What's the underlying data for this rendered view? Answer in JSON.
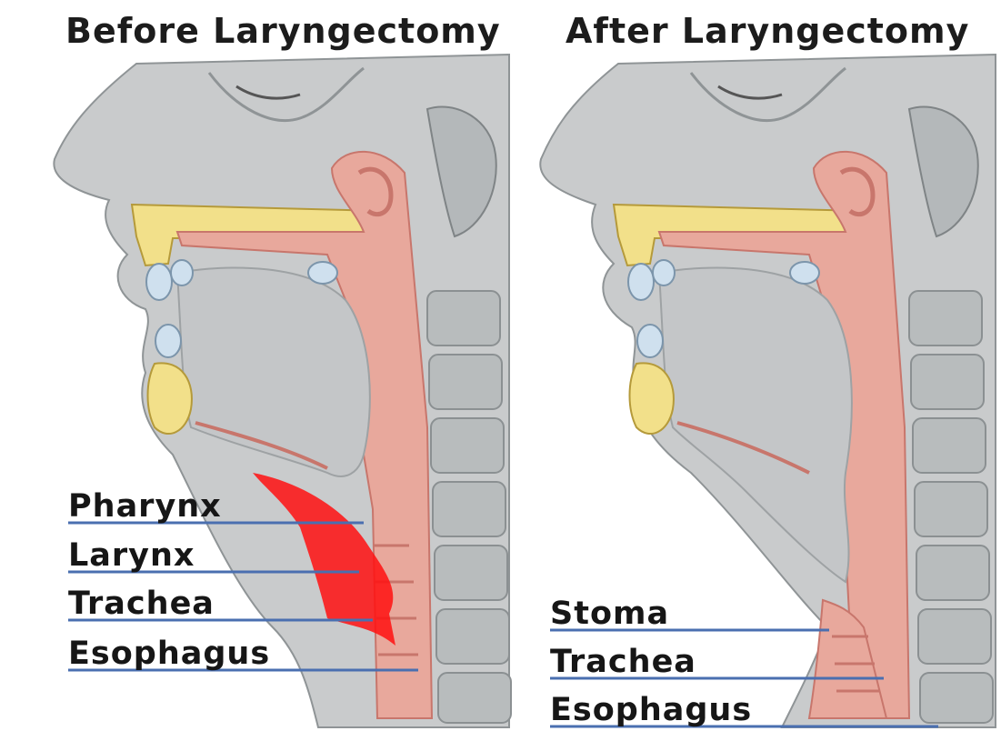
{
  "panels": [
    {
      "title": "Before Laryngectomy",
      "labels": [
        "Pharynx",
        "Larynx",
        "Trachea",
        "Esophagus"
      ]
    },
    {
      "title": "After Laryngectomy",
      "labels": [
        "Stoma",
        "Trachea",
        "Esophagus"
      ]
    }
  ],
  "colors": {
    "skin": "#c9cbcc",
    "skin_shadow": "#9ea2a4",
    "tissue": "#e8a89c",
    "tissue_dark": "#c8766c",
    "bone": "#f2e08a",
    "airway": "#c4c6c8",
    "teeth": "#cfe0ee",
    "highlight": "#ff1010",
    "leader_line": "#4a6fb0",
    "spine": "#b8bcbd"
  }
}
